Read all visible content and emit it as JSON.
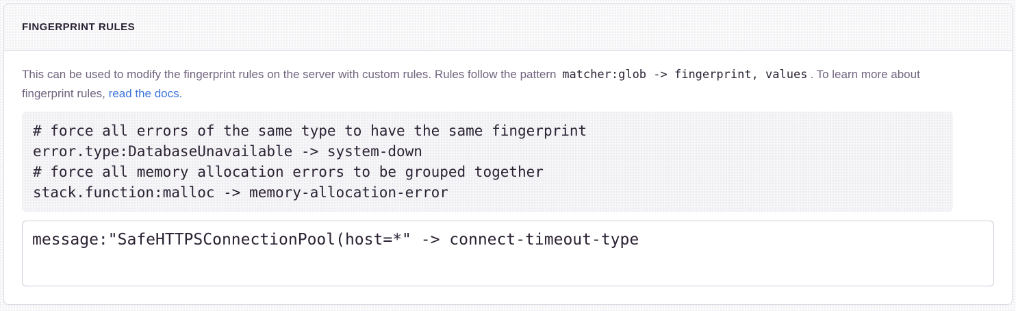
{
  "panel": {
    "title": "FINGERPRINT RULES",
    "description": {
      "text_before_code": "This can be used to modify the fingerprint rules on the server with custom rules. Rules follow the pattern ",
      "inline_code": "matcher:glob -> fingerprint, values",
      "text_after_code": ". To learn more about fingerprint rules, ",
      "link_label": "read the docs."
    },
    "example_code": "# force all errors of the same type to have the same fingerprint\nerror.type:DatabaseUnavailable -> system-down\n# force all memory allocation errors to be grouped together\nstack.function:malloc -> memory-allocation-error",
    "rules_input": {
      "value": "message:\"SafeHTTPSConnectionPool(host=*\" -> connect-timeout-type"
    },
    "colors": {
      "heading_text": "#2b2233",
      "body_text": "#71637e",
      "link": "#3c74dd",
      "panel_border": "#e0dce5",
      "header_background": "#fafafb",
      "code_background": "#f6f6f8",
      "input_border": "#d0cad8"
    }
  }
}
